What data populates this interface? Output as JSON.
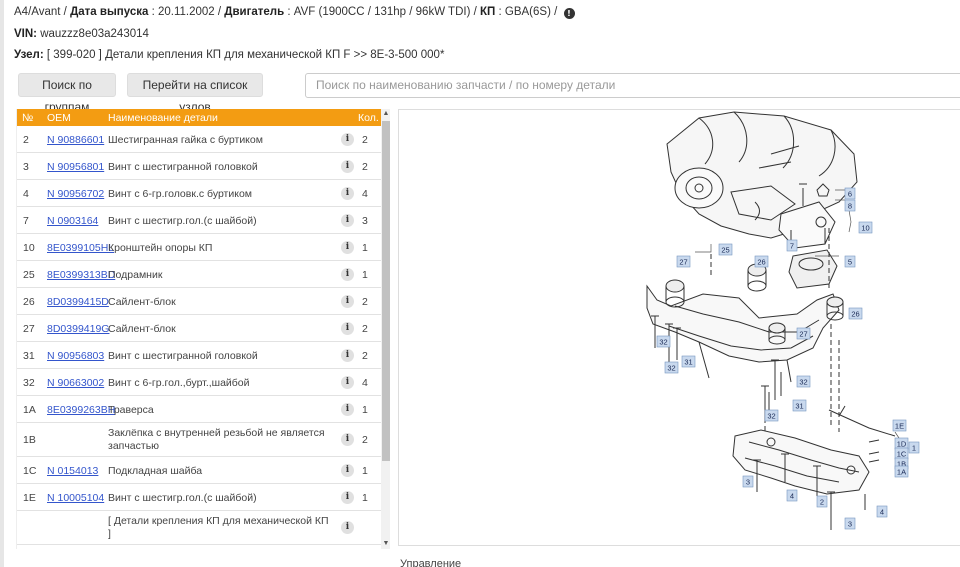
{
  "header": {
    "model": "A4/Avant",
    "date_label": "Дата выпуска",
    "date_value": "20.11.2002",
    "engine_label": "Двигатель",
    "engine_value": "AVF (1900CC / 131hp / 96kW TDI)",
    "gearbox_label": "КП",
    "gearbox_value": "GBA(6S)",
    "vin_label": "VIN:",
    "vin_value": "wauzzz8e03a243014",
    "node_label": "Узел:",
    "node_value": "[ 399-020 ] Детали крепления КП для механической КП F >> 8E-3-500 000*"
  },
  "toolbar": {
    "group_search_label": "Поиск по группам",
    "node_list_label": "Перейти на список узлов",
    "search_placeholder": "Поиск по наименованию запчасти / по номеру детали"
  },
  "table": {
    "headers": {
      "no": "№",
      "oem": "OEM",
      "name": "Наименование детали",
      "qty": "Кол."
    },
    "rows": [
      {
        "no": "2",
        "oem": "N 90886601",
        "name": "Шестигранная гайка с буртиком",
        "qty": "2"
      },
      {
        "no": "3",
        "oem": "N 90956801",
        "name": "Винт с шестигранной головкой",
        "qty": "2"
      },
      {
        "no": "4",
        "oem": "N 90956702",
        "name": "Винт с 6-гр.головк.с буртиком",
        "qty": "4"
      },
      {
        "no": "7",
        "oem": "N 0903164",
        "name": "Винт с шестигр.гол.(с шайбой)",
        "qty": "3"
      },
      {
        "no": "10",
        "oem": "8E0399105HL",
        "name": "Кронштейн опоры КП",
        "qty": "1"
      },
      {
        "no": "25",
        "oem": "8E0399313BD",
        "name": "Подрамник",
        "qty": "1"
      },
      {
        "no": "26",
        "oem": "8D0399415D",
        "name": "Сайлент-блок",
        "qty": "2"
      },
      {
        "no": "27",
        "oem": "8D0399419G",
        "name": "Сайлент-блок",
        "qty": "2"
      },
      {
        "no": "31",
        "oem": "N 90956803",
        "name": "Винт с шестигранной головкой",
        "qty": "2"
      },
      {
        "no": "32",
        "oem": "N 90663002",
        "name": "Винт с 6-гр.гол.,бурт.,шайбой",
        "qty": "4"
      },
      {
        "no": "1A",
        "oem": "8E0399263BH",
        "name": "Траверса",
        "qty": "1"
      },
      {
        "no": "1B",
        "oem": "",
        "name": "Заклёпка с внутренней резьбой не является запчастью",
        "qty": "2"
      },
      {
        "no": "1C",
        "oem": "N 0154013",
        "name": "Подкладная шайба",
        "qty": "1"
      },
      {
        "no": "1E",
        "oem": "N 10005104",
        "name": "Винт с шестигр.гол.(с шайбой)",
        "qty": "1"
      },
      {
        "no": "",
        "oem": "",
        "name": "[ Детали крепления КП для механической КП ]",
        "qty": ""
      }
    ],
    "info_glyph": "i"
  },
  "diagram": {
    "callouts": [
      "27",
      "25",
      "26",
      "6",
      "8",
      "10",
      "7",
      "5",
      "26",
      "27",
      "32",
      "31",
      "32",
      "32",
      "31",
      "32",
      "1E",
      "1D",
      "1C",
      "1B",
      "1A",
      "1",
      "3",
      "4",
      "2",
      "4",
      "3"
    ]
  },
  "footer": {
    "caption": "Управление"
  }
}
